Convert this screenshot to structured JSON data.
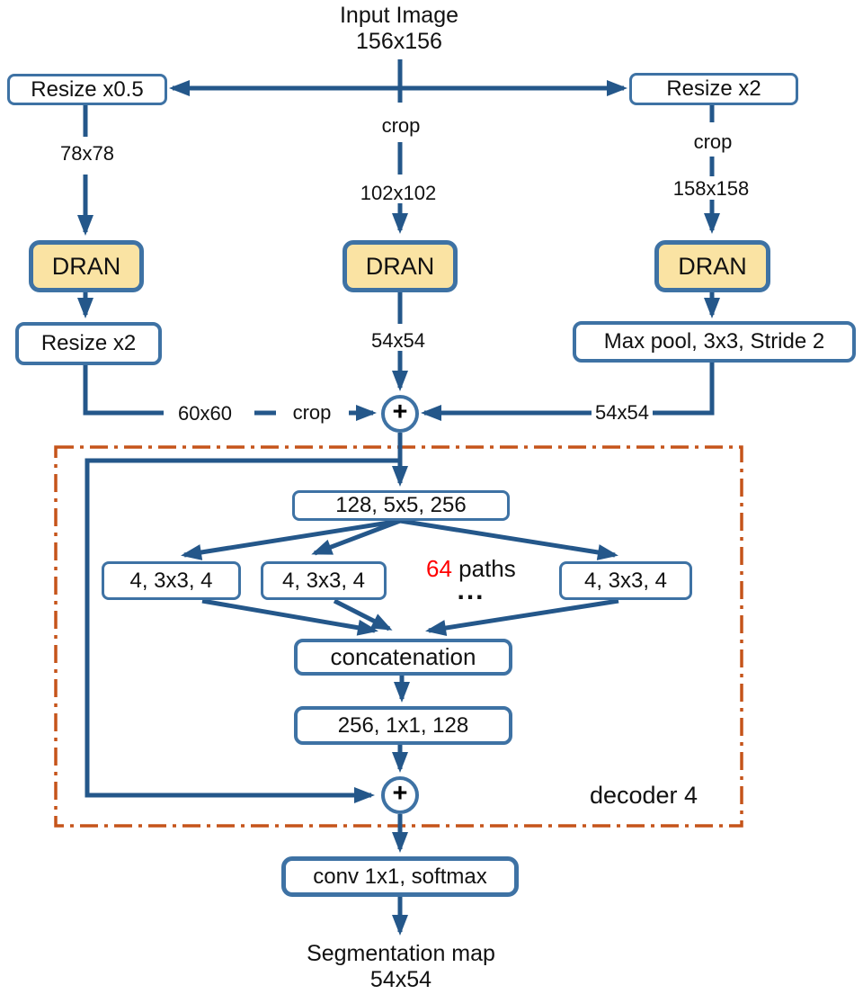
{
  "title": {
    "line1": "Input Image",
    "line2": "156x156"
  },
  "nodes": {
    "resize_half": "Resize x0.5",
    "resize_x2_top": "Resize x2",
    "dran_left": "DRAN",
    "dran_mid": "DRAN",
    "dran_right": "DRAN",
    "resize_x2_left": "Resize x2",
    "maxpool": "Max pool, 3x3, Stride 2",
    "conv128": "128, 5x5, 256",
    "path1": "4, 3x3, 4",
    "path2": "4, 3x3, 4",
    "path3": "4, 3x3, 4",
    "concat": "concatenation",
    "conv256": "256, 1x1, 128",
    "conv_out": "conv 1x1, softmax"
  },
  "labels": {
    "left_size": "78x78",
    "mid_crop": "crop",
    "mid_size": "102x102",
    "right_crop": "crop",
    "right_size": "158x158",
    "mid_54": "54x54",
    "left_60": "60x60",
    "left_crop": "crop",
    "right_54": "54x54",
    "paths_count": "64",
    "paths_word": " paths",
    "paths_ellipsis": "...",
    "decoder_label": "decoder 4",
    "plus": "+",
    "output_line1": "Segmentation map",
    "output_line2": "54x54"
  },
  "colors": {
    "line_blue": "#24578A",
    "box_border_blue": "#3E72A4",
    "dran_fill": "#FAE3A3",
    "decoder_border_orange": "#C5541A",
    "highlight_red": "#FF0000"
  }
}
